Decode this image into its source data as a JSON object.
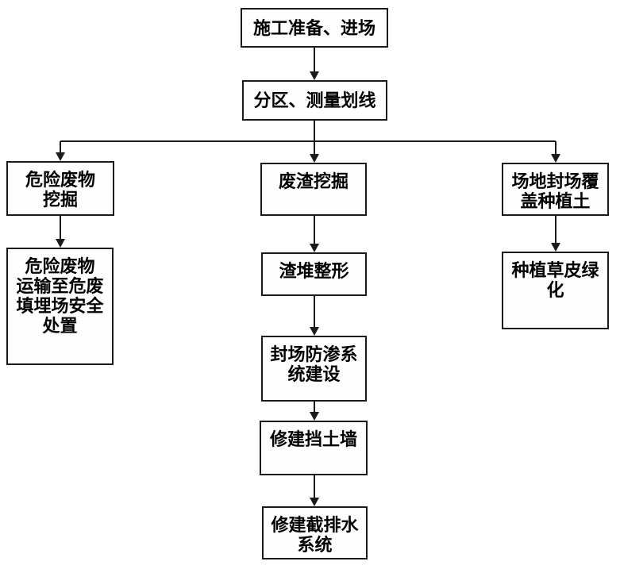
{
  "diagram": {
    "type": "flowchart",
    "language": "zh-CN",
    "colors": {
      "background": "#ffffff",
      "box_border": "#1b1b1b",
      "box_fill": "#fefefe",
      "line": "#1b1b1b",
      "text": "#000000"
    },
    "nodes": {
      "prepare": {
        "label": "施工准备、进场"
      },
      "zoning": {
        "label": "分区、测量划线"
      },
      "haz_excavation": {
        "label": "危险废物\n挖掘"
      },
      "haz_transport": {
        "label": "危险废物\n运输至危废\n填埋场安全\n处置"
      },
      "slag_excavation": {
        "label": "废渣挖掘"
      },
      "slag_shaping": {
        "label": "渣堆整形"
      },
      "seepage_system": {
        "label": "封场防渗系\n统建设"
      },
      "retaining_wall": {
        "label": "修建挡土墙"
      },
      "drainage_system": {
        "label": "修建截排水\n系统"
      },
      "site_cover_soil": {
        "label": "场地封场覆\n盖种植土"
      },
      "turf_greening": {
        "label": "种植草皮绿\n化"
      }
    },
    "edges": [
      {
        "from": "prepare",
        "to": "zoning"
      },
      {
        "from": "zoning",
        "to": "haz_excavation"
      },
      {
        "from": "zoning",
        "to": "slag_excavation"
      },
      {
        "from": "zoning",
        "to": "site_cover_soil"
      },
      {
        "from": "haz_excavation",
        "to": "haz_transport"
      },
      {
        "from": "slag_excavation",
        "to": "slag_shaping"
      },
      {
        "from": "slag_shaping",
        "to": "seepage_system"
      },
      {
        "from": "seepage_system",
        "to": "retaining_wall"
      },
      {
        "from": "retaining_wall",
        "to": "drainage_system"
      },
      {
        "from": "site_cover_soil",
        "to": "turf_greening"
      }
    ]
  }
}
